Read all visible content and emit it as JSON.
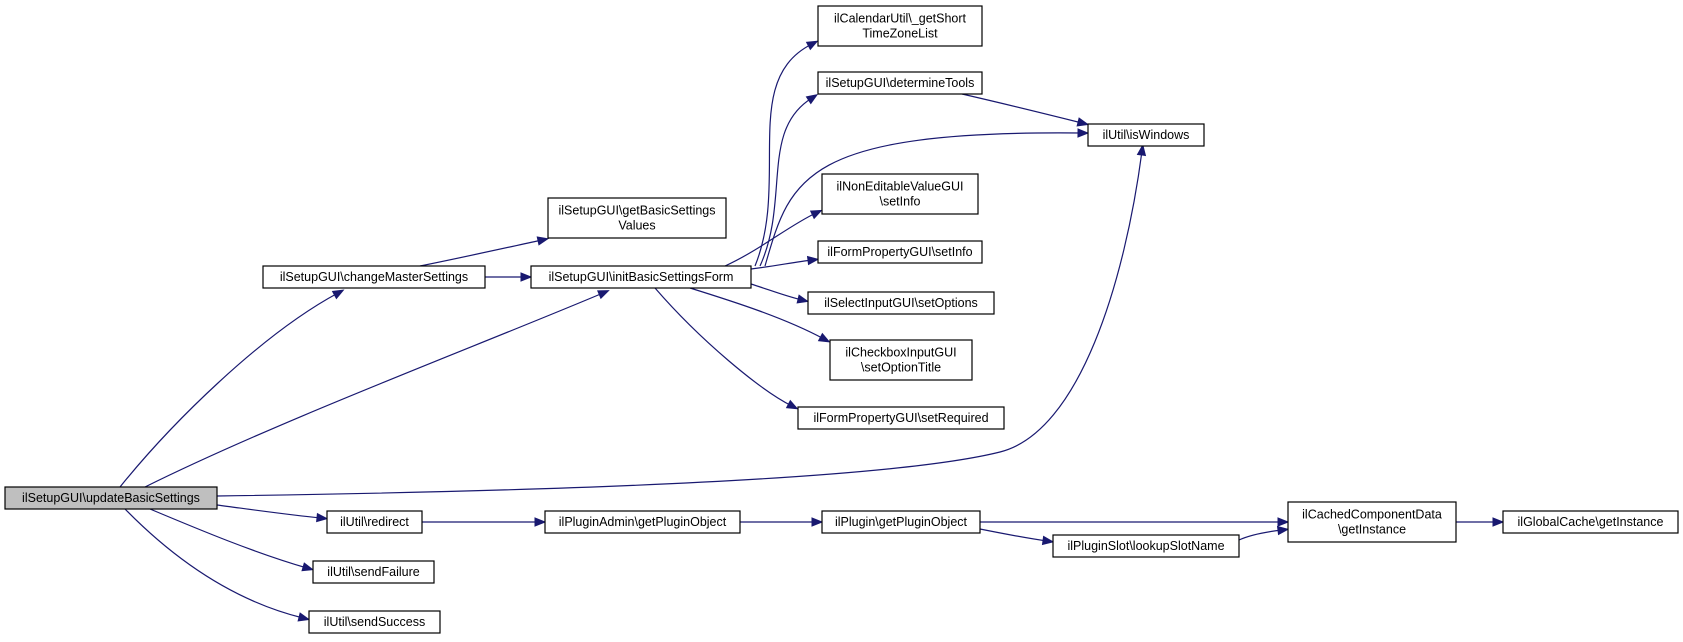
{
  "graph": {
    "edge_color": "#191970",
    "root_fill": "#bfbfbf",
    "nodes": [
      {
        "id": "updateBasicSettings",
        "lines": [
          "ilSetupGUI\\updateBasicSettings"
        ],
        "root": true
      },
      {
        "id": "changeMasterSettings",
        "lines": [
          "ilSetupGUI\\changeMasterSettings"
        ]
      },
      {
        "id": "getBasicSettingsValues",
        "lines": [
          "ilSetupGUI\\getBasicSettings",
          "Values"
        ]
      },
      {
        "id": "initBasicSettingsForm",
        "lines": [
          "ilSetupGUI\\initBasicSettingsForm"
        ]
      },
      {
        "id": "getShortTimeZoneList",
        "lines": [
          "ilCalendarUtil\\_getShort",
          "TimeZoneList"
        ]
      },
      {
        "id": "determineTools",
        "lines": [
          "ilSetupGUI\\determineTools"
        ]
      },
      {
        "id": "isWindows",
        "lines": [
          "ilUtil\\isWindows"
        ]
      },
      {
        "id": "nevSetInfo",
        "lines": [
          "ilNonEditableValueGUI",
          "\\setInfo"
        ]
      },
      {
        "id": "fpSetInfo",
        "lines": [
          "ilFormPropertyGUI\\setInfo"
        ]
      },
      {
        "id": "setOptions",
        "lines": [
          "ilSelectInputGUI\\setOptions"
        ]
      },
      {
        "id": "setOptionTitle",
        "lines": [
          "ilCheckboxInputGUI",
          "\\setOptionTitle"
        ]
      },
      {
        "id": "setRequired",
        "lines": [
          "ilFormPropertyGUI\\setRequired"
        ]
      },
      {
        "id": "redirect",
        "lines": [
          "ilUtil\\redirect"
        ]
      },
      {
        "id": "sendFailure",
        "lines": [
          "ilUtil\\sendFailure"
        ]
      },
      {
        "id": "sendSuccess",
        "lines": [
          "ilUtil\\sendSuccess"
        ]
      },
      {
        "id": "adminGetPluginObject",
        "lines": [
          "ilPluginAdmin\\getPluginObject"
        ]
      },
      {
        "id": "pluginGetPluginObject",
        "lines": [
          "ilPlugin\\getPluginObject"
        ]
      },
      {
        "id": "lookupSlotName",
        "lines": [
          "ilPluginSlot\\lookupSlotName"
        ]
      },
      {
        "id": "cachedGetInstance",
        "lines": [
          "ilCachedComponentData",
          "\\getInstance"
        ]
      },
      {
        "id": "globalCacheGetInstance",
        "lines": [
          "ilGlobalCache\\getInstance"
        ]
      }
    ],
    "edges": [
      {
        "from": "updateBasicSettings",
        "to": "changeMasterSettings"
      },
      {
        "from": "updateBasicSettings",
        "to": "initBasicSettingsForm"
      },
      {
        "from": "updateBasicSettings",
        "to": "isWindows"
      },
      {
        "from": "updateBasicSettings",
        "to": "redirect"
      },
      {
        "from": "updateBasicSettings",
        "to": "sendFailure"
      },
      {
        "from": "updateBasicSettings",
        "to": "sendSuccess"
      },
      {
        "from": "changeMasterSettings",
        "to": "getBasicSettingsValues"
      },
      {
        "from": "changeMasterSettings",
        "to": "initBasicSettingsForm"
      },
      {
        "from": "initBasicSettingsForm",
        "to": "getShortTimeZoneList"
      },
      {
        "from": "initBasicSettingsForm",
        "to": "determineTools"
      },
      {
        "from": "initBasicSettingsForm",
        "to": "isWindows"
      },
      {
        "from": "initBasicSettingsForm",
        "to": "nevSetInfo"
      },
      {
        "from": "initBasicSettingsForm",
        "to": "fpSetInfo"
      },
      {
        "from": "initBasicSettingsForm",
        "to": "setOptions"
      },
      {
        "from": "initBasicSettingsForm",
        "to": "setOptionTitle"
      },
      {
        "from": "initBasicSettingsForm",
        "to": "setRequired"
      },
      {
        "from": "determineTools",
        "to": "isWindows"
      },
      {
        "from": "redirect",
        "to": "adminGetPluginObject"
      },
      {
        "from": "adminGetPluginObject",
        "to": "pluginGetPluginObject"
      },
      {
        "from": "pluginGetPluginObject",
        "to": "cachedGetInstance"
      },
      {
        "from": "pluginGetPluginObject",
        "to": "lookupSlotName"
      },
      {
        "from": "lookupSlotName",
        "to": "cachedGetInstance"
      },
      {
        "from": "cachedGetInstance",
        "to": "globalCacheGetInstance"
      }
    ]
  }
}
